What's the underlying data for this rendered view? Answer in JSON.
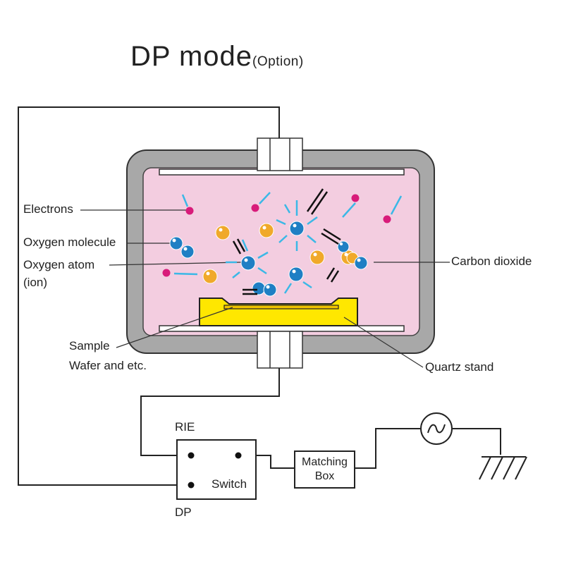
{
  "title": {
    "main": "DP mode",
    "option": "(Option)"
  },
  "labels": {
    "electrons": "Electrons",
    "oxygen_molecule": "Oxygen molecule",
    "oxygen_atom": "Oxygen atom",
    "oxygen_atom_ion": "(ion)",
    "carbon_dioxide": "Carbon dioxide",
    "sample": "Sample",
    "sample_sub": "Wafer and etc.",
    "quartz_stand": "Quartz stand",
    "rie": "RIE",
    "dp": "DP",
    "switch": "Switch",
    "matching_line1": "Matching",
    "matching_line2": "Box"
  },
  "colors": {
    "chamber_wall": "#a8a8a8",
    "plasma": "#f3cde0",
    "electron": "#d81b7a",
    "oxygen": "#1f7fc4",
    "radical": "#f0a92a",
    "ion_stroke": "#3bb8e6",
    "quartz_stand": "#ffe700",
    "line": "#222222"
  }
}
